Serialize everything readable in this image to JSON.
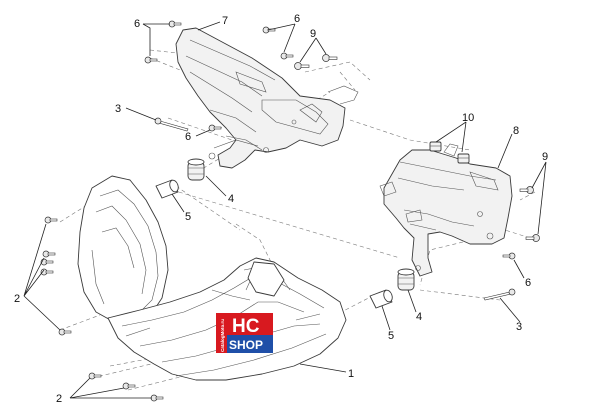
{
  "callouts": {
    "c6a": "6",
    "c7": "7",
    "c6b": "6",
    "c9a": "9",
    "c3a": "3",
    "c6c": "6",
    "c10": "10",
    "c8": "8",
    "c9b": "9",
    "c4a": "4",
    "c5a": "5",
    "c2a": "2",
    "c6d": "6",
    "c4b": "4",
    "c3b": "3",
    "c5b": "5",
    "c1": "1",
    "c2b": "2"
  },
  "logo": {
    "brand": "HC",
    "shop": "SHOP",
    "domain": "CatalogMoto.ru",
    "colors": {
      "red": "#d8191f",
      "blue": "#1f4fa8"
    }
  }
}
